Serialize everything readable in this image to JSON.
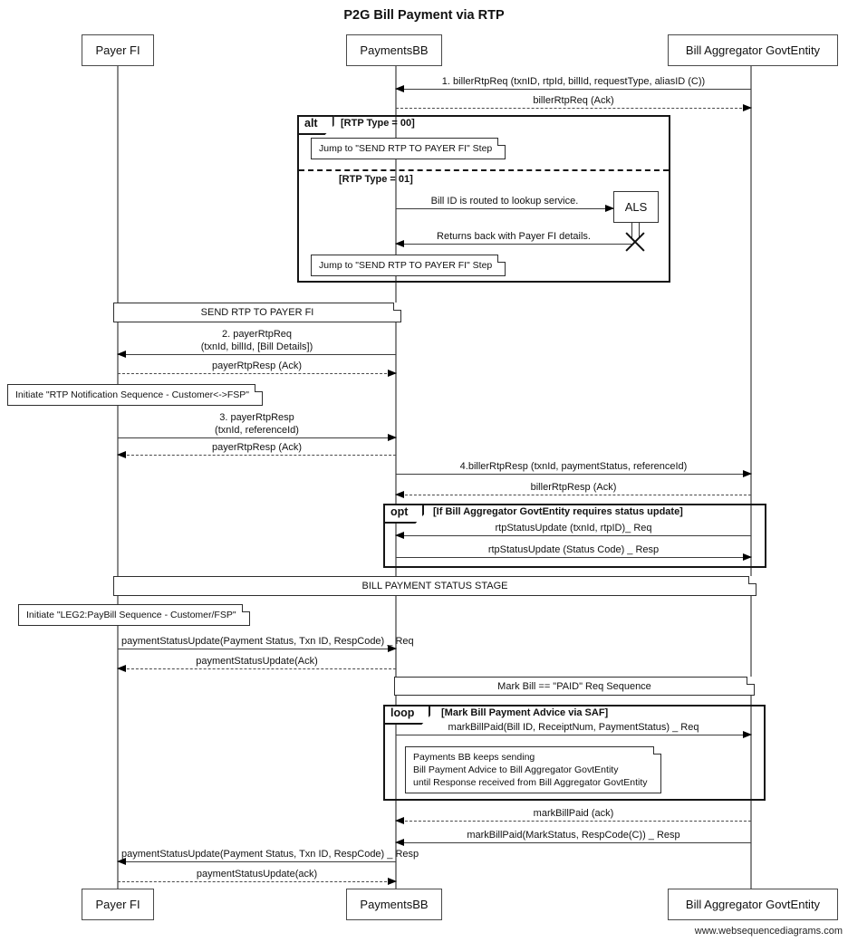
{
  "diagram": {
    "title": "P2G Bill Payment via RTP",
    "watermark": "www.websequencediagrams.com",
    "colors": {
      "background": "#ffffff",
      "ink": "#111111",
      "lifeline": "#8a8a8a"
    }
  },
  "actors": {
    "payer_fi": "Payer FI",
    "payments_bb": "PaymentsBB",
    "bill_aggregator": "Bill Aggregator GovtEntity",
    "als": "ALS"
  },
  "fragments": {
    "alt": {
      "keyword": "alt",
      "guard_primary": "[RTP Type = 00]",
      "guard_secondary": "[RTP Type = 01]"
    },
    "opt": {
      "keyword": "opt",
      "guard": "[If Bill Aggregator GovtEntity requires status update]"
    },
    "loop": {
      "keyword": "loop",
      "guard": "[Mark Bill Payment Advice via SAF]"
    }
  },
  "stage_bands": {
    "send_rtp": "SEND RTP TO PAYER FI",
    "bill_payment_status": "BILL PAYMENT STATUS STAGE",
    "mark_bill_paid": "Mark Bill == \"PAID\" Req Sequence"
  },
  "notes": {
    "jump_send_rtp_1": "Jump to \"SEND RTP TO PAYER FI\" Step",
    "jump_send_rtp_2": "Jump to \"SEND RTP TO PAYER FI\" Step",
    "initiate_rtp_notification": "Initiate \"RTP Notification Sequence - Customer<->FSP\"",
    "initiate_leg2_paybill": "Initiate \"LEG2:PayBill Sequence - Customer/FSP\"",
    "saf_line1": "Payments BB keeps sending",
    "saf_line2": "Bill Payment Advice to Bill Aggregator GovtEntity",
    "saf_line3": "until Response received from Bill Aggregator GovtEntity"
  },
  "messages": {
    "biller_rtp_req": "1. billerRtpReq (txnID, rtpId, billId,  requestType, aliasID (C))",
    "biller_rtp_req_ack": "billerRtpReq (Ack)",
    "bill_id_lookup": "Bill ID is routed to lookup service.",
    "returns_payer_fi": "Returns back with Payer FI details.",
    "payer_rtp_req_l1": "2. payerRtpReq",
    "payer_rtp_req_l2": "(txnId, billId, [Bill Details])",
    "payer_rtp_resp_ack_1": "payerRtpResp (Ack)",
    "payer_rtp_resp_l1": "3. payerRtpResp",
    "payer_rtp_resp_l2": "(txnId, referenceId)",
    "payer_rtp_resp_ack_2": "payerRtpResp (Ack)",
    "biller_rtp_resp": "4.billerRtpResp (txnId, paymentStatus, referenceId)",
    "biller_rtp_resp_ack": "billerRtpResp (Ack)",
    "rtp_status_update_req": "rtpStatusUpdate (txnId, rtpID)_ Req",
    "rtp_status_update_resp": "rtpStatusUpdate (Status Code) _ Resp",
    "payment_status_update_req": "paymentStatusUpdate(Payment Status, Txn ID, RespCode) _ Req",
    "payment_status_update_ack_1": "paymentStatusUpdate(Ack)",
    "mark_bill_paid_req": "markBillPaid(Bill ID, ReceiptNum, PaymentStatus) _ Req",
    "mark_bill_paid_ack": "markBillPaid (ack)",
    "mark_bill_paid_resp": "markBillPaid(MarkStatus, RespCode(C)) _ Resp",
    "payment_status_update_resp": "paymentStatusUpdate(Payment Status, Txn ID, RespCode) _ Resp",
    "payment_status_update_ack_2": "paymentStatusUpdate(ack)"
  }
}
